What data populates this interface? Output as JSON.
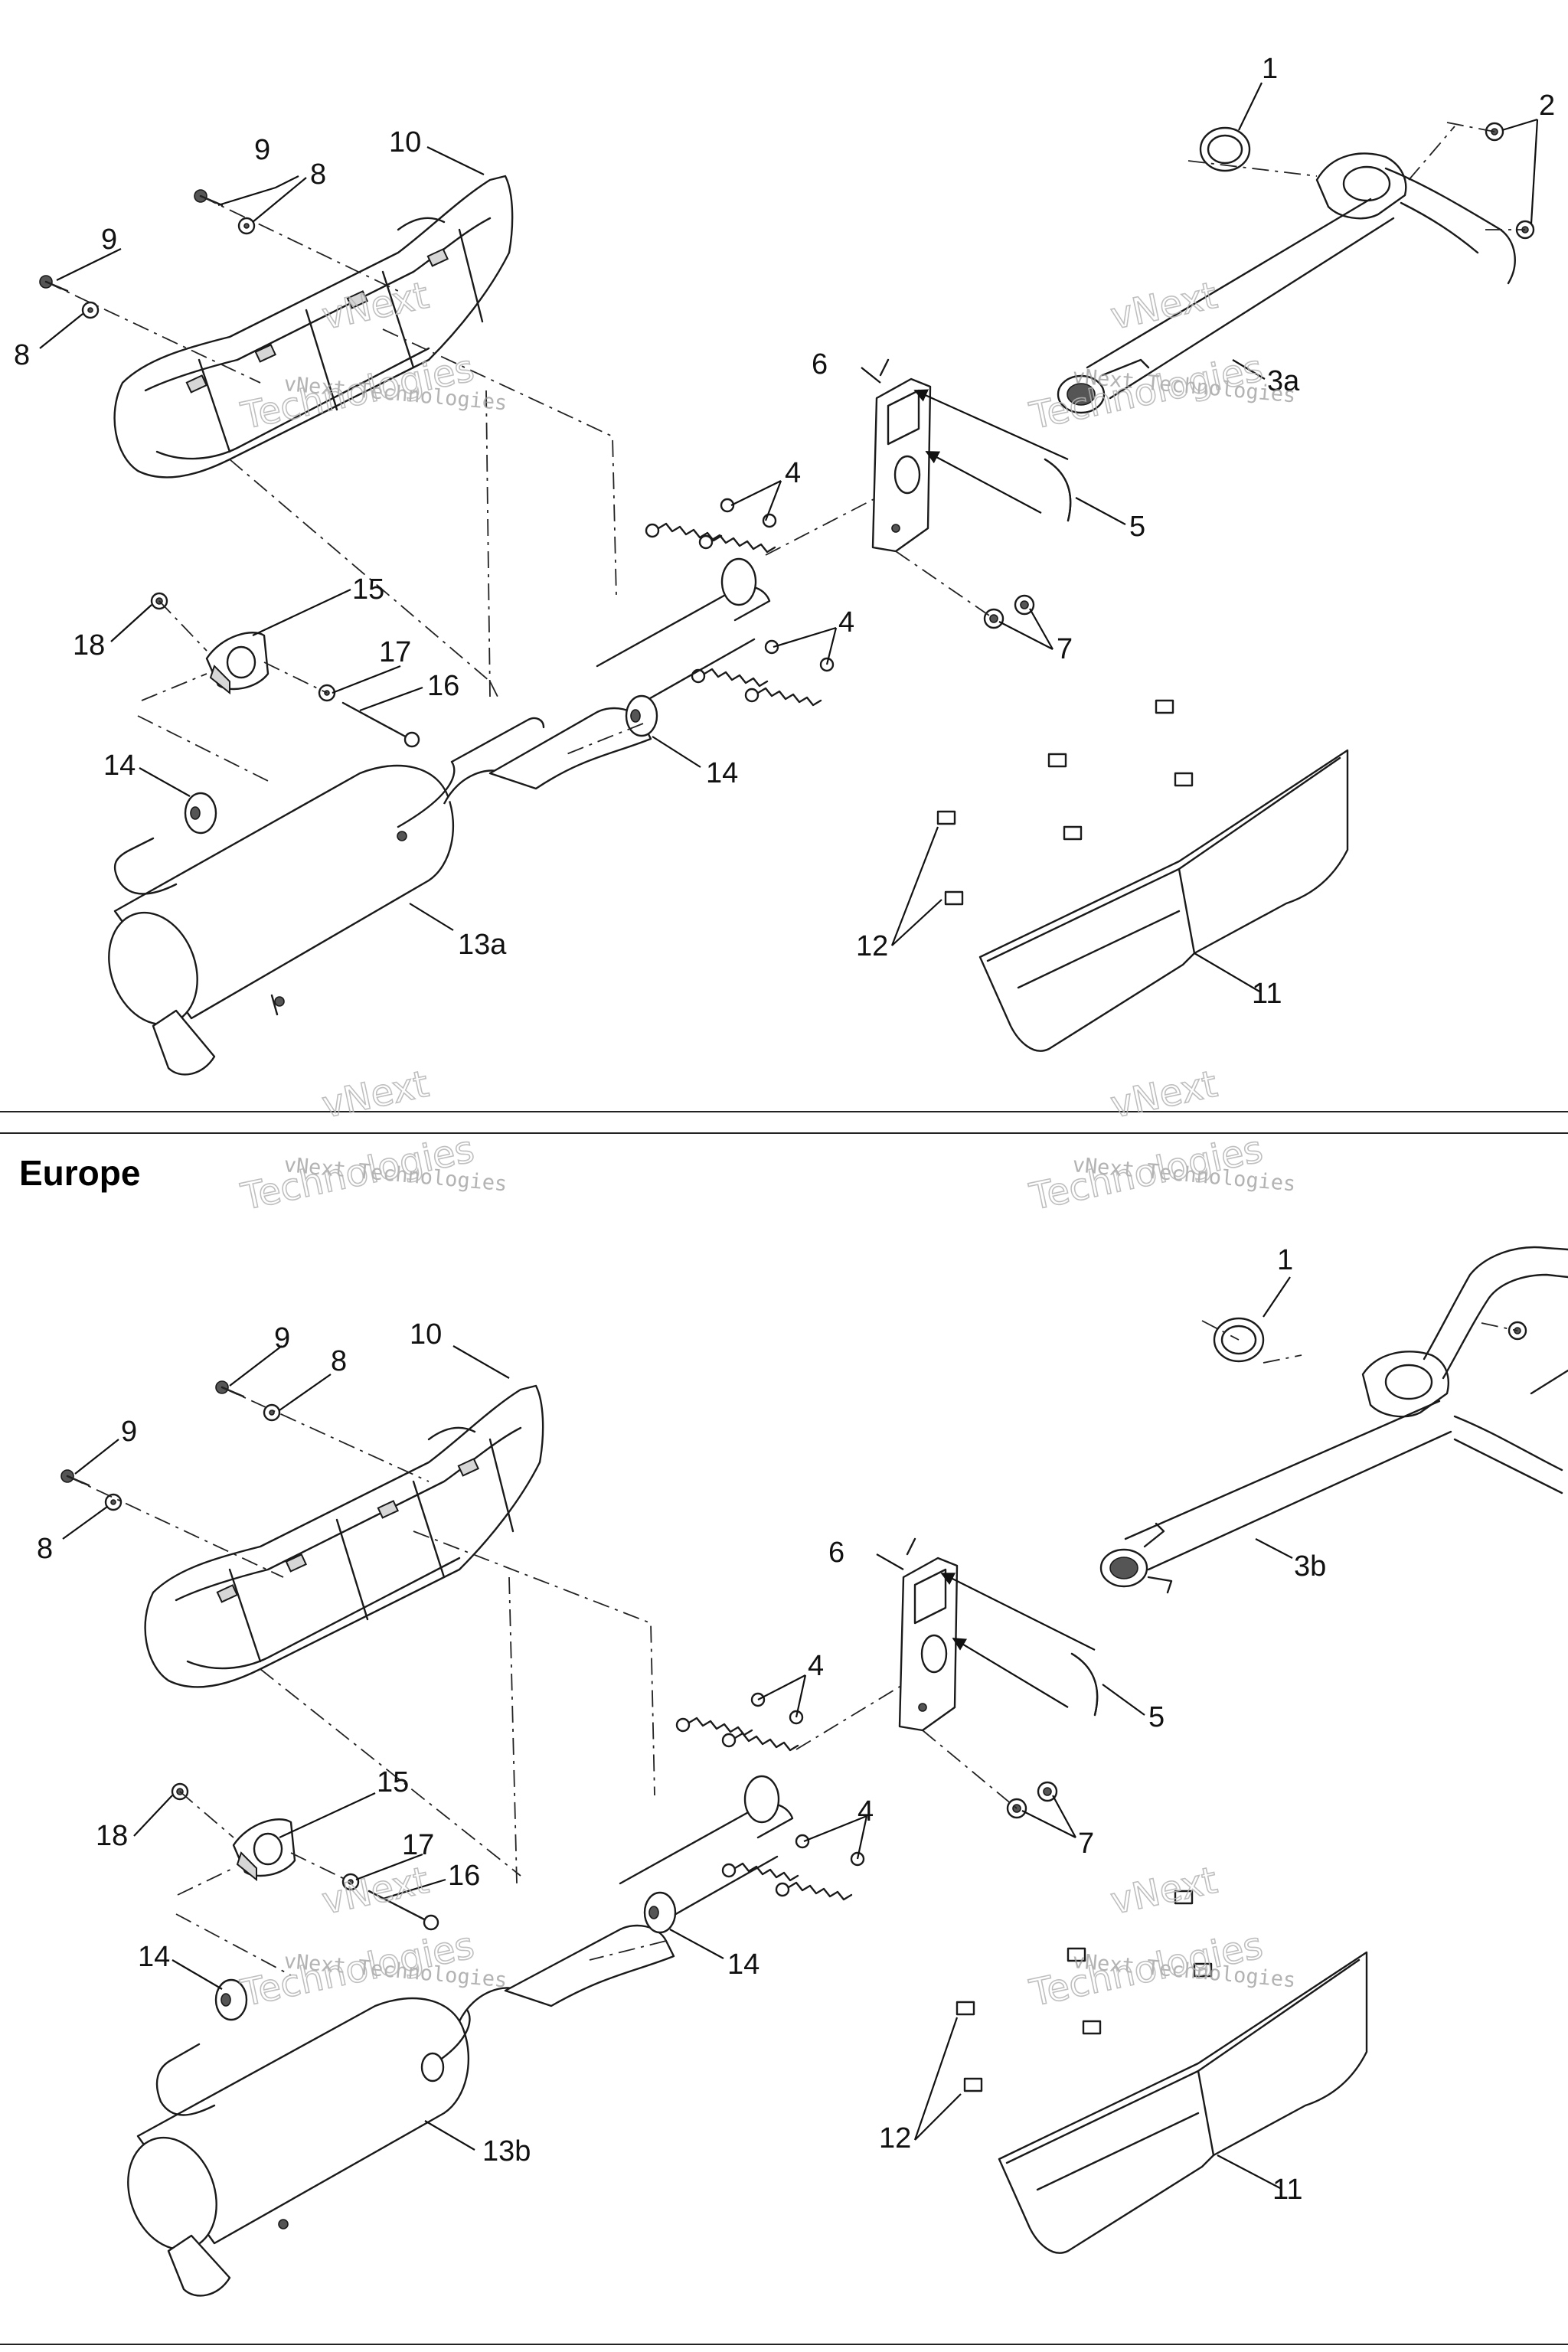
{
  "sections": [
    {
      "title": "",
      "callouts": [
        "1",
        "2",
        "3a",
        "4",
        "4",
        "5",
        "6",
        "7",
        "8",
        "9",
        "8",
        "9",
        "10",
        "11",
        "12",
        "13a",
        "14",
        "14",
        "15",
        "16",
        "17",
        "18"
      ]
    },
    {
      "title": "Europe",
      "callouts": [
        "1",
        "3b",
        "4",
        "4",
        "5",
        "6",
        "7",
        "8",
        "9",
        "8",
        "9",
        "10",
        "11",
        "12",
        "13b",
        "14",
        "14",
        "15",
        "16",
        "17",
        "18"
      ]
    }
  ],
  "watermark": {
    "line1": "vNext",
    "line2": "vNext Technologies",
    "line3": "Technologies"
  },
  "colors": {
    "line": "#1a1a1a",
    "watermark": "#9a9a9a",
    "background": "#ffffff"
  }
}
